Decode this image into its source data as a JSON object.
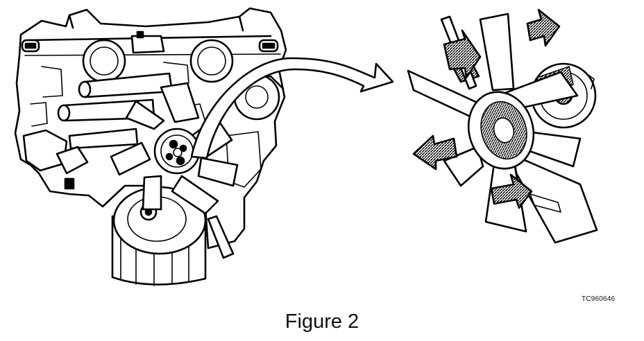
{
  "figure": {
    "caption": "Figure 2",
    "reference_code": "TC960646"
  },
  "illustration": {
    "left_view": [
      "engine-block",
      "crankshaft-pulley",
      "mounted-fan"
    ],
    "right_view": [
      "removed-fan-assembly",
      "fan-clutch",
      "rotation-direction-arrows"
    ],
    "connector": "curved-arrow-left-to-right",
    "direction_arrow_count": 4,
    "fan_blade_count": 7
  }
}
